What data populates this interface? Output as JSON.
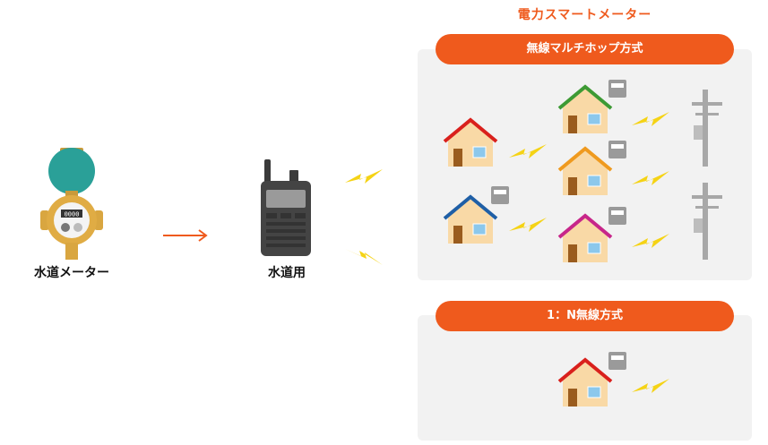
{
  "header": {
    "title": "電力スマートメーター"
  },
  "panels": [
    {
      "title": "無線マルチホップ方式"
    },
    {
      "title": "1：N無線方式"
    }
  ],
  "devices": {
    "water_meter_label": "水道メーター",
    "water_meter_display": "0000",
    "handheld_label": "水道用"
  },
  "colors": {
    "accent": "#ef5a1d",
    "panel_bg": "#f2f2f2",
    "lightning": "#f5d315",
    "house_wall": "#f9d9a6",
    "roof_red": "#d9201c",
    "roof_green": "#3d9a34",
    "roof_orange": "#ef9a1f",
    "roof_blue": "#1f5fa6",
    "roof_magenta": "#c7268a"
  }
}
